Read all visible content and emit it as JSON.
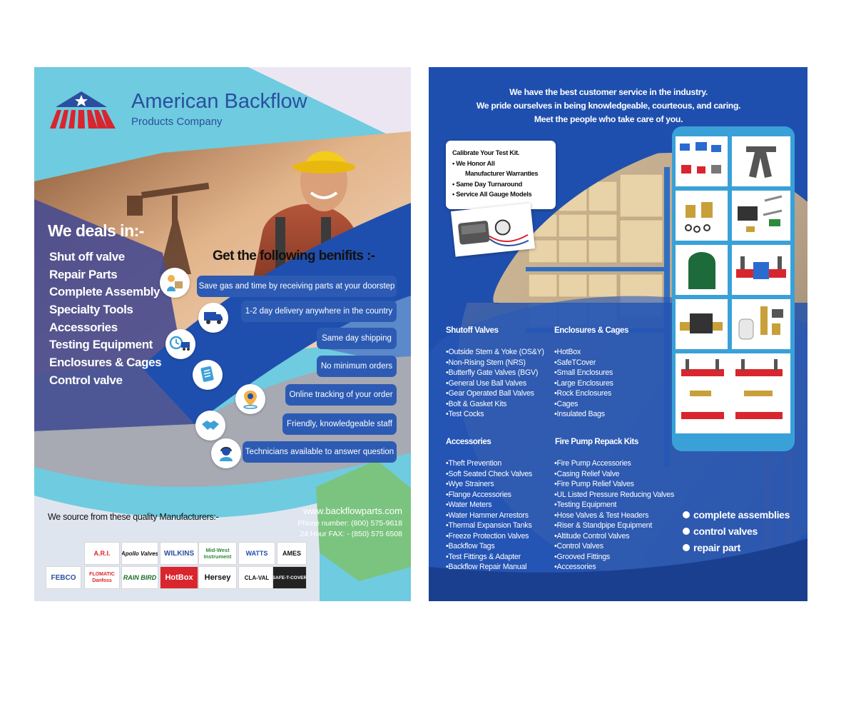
{
  "left_flyer": {
    "brand": {
      "name": "American Backflow",
      "subtitle": "Products Company"
    },
    "deals": {
      "title": "We deals in:-",
      "items": [
        "Shut off valve",
        "Repair Parts",
        "Complete Assembly",
        "Specialty Tools",
        "Accessories",
        "Testing Equipment",
        "Enclosures & Cages",
        "Control valve"
      ]
    },
    "benefits": {
      "title": "Get the following benifits :-",
      "items": [
        {
          "label": "Save gas and time by receiving parts at your doorstep",
          "icon": "worker-parcel-icon"
        },
        {
          "label": "1-2 day delivery anywhere in the country",
          "icon": "delivery-truck-icon"
        },
        {
          "label": "Same day shipping",
          "icon": "clock-truck-icon"
        },
        {
          "label": "No minimum orders",
          "icon": "order-document-icon"
        },
        {
          "label": "Online tracking of your order",
          "icon": "location-pin-icon"
        },
        {
          "label": "Friendly, knowledgeable staff",
          "icon": "handshake-icon"
        },
        {
          "label": "Technicians available to answer question",
          "icon": "technician-headset-icon"
        }
      ]
    },
    "sources": {
      "title": "We source from these quality Manufacturers:-",
      "logos_row1": [
        "A.R.I.",
        "Apollo Valves",
        "WILKINS",
        "Mid-West Instrument",
        "WATTS",
        "AMES"
      ],
      "logos_row2": [
        "FEBCO",
        "FLOMATIC Danfoss",
        "RAIN BIRD",
        "HotBox",
        "Hersey",
        "CLA-VAL",
        "SAFE-T-COVER"
      ]
    },
    "contact": {
      "website": "www.backflowparts.com",
      "phone": "Phone number: (800) 575-9618",
      "fax": "24 Hour FAX: - (850) 575 6508"
    },
    "colors": {
      "brand_blue": "#2a4fa0",
      "navy": "#1f4fae",
      "cyan": "#6fcbdf",
      "green": "#7bc47f",
      "accent_red": "#d9252d"
    }
  },
  "right_flyer": {
    "tagline": [
      "We have the best customer service in the industry.",
      "We pride ourselves in being knowledgeable, courteous, and caring.",
      "Meet the people who take care of you."
    ],
    "calibration": {
      "lines": [
        "Calibrate Your Test Kit.",
        "• We Honor All",
        "Manufacturer Warranties",
        "• Same Day Turnaround",
        "• Service All Gauge Models"
      ]
    },
    "categories": [
      {
        "title": "Shutoff Valves",
        "items": [
          "•Outside Stem & Yoke (OS&Y)",
          "•Non-Rising Stem (NRS)",
          "•Butterfly Gate Valves (BGV)",
          "•General Use Ball Valves",
          "•Gear Operated Ball Valves",
          "•Bolt & Gasket Kits",
          "•Test Cocks"
        ]
      },
      {
        "title": "Enclosures & Cages",
        "items": [
          "•HotBox",
          "•SafeTCover",
          "•Small Enclosures",
          "•Large Enclosures",
          "•Rock Enclosures",
          "•Cages",
          "•Insulated Bags"
        ]
      },
      {
        "title": "Accessories",
        "items": [
          "•Theft Prevention",
          "•Soft Seated Check Valves",
          "•Wye Strainers",
          "•Flange Accessories",
          "•Water Meters",
          "•Water Hammer Arrestors",
          "•Thermal Expansion Tanks",
          "•Freeze Protection Valves",
          "•Backflow Tags",
          "•Test Fittings & Adapter",
          "•Backflow Repair Manual"
        ]
      },
      {
        "title": "Fire Pump Repack Kits",
        "items": [
          "•Fire Pump Accessories",
          "•Casing Relief Valve",
          "•Fire Pump Relief Valves",
          "•UL Listed Pressure Reducing Valves",
          "•Testing Equipment",
          "•Hose Valves & Test Headers",
          "•Riser & Standpipe Equipment",
          "•Altitude Control Valves",
          "•Control Valves",
          "•Grooved Fittings",
          "•Accessories"
        ]
      }
    ],
    "highlights": [
      "complete  assemblies",
      "control valves",
      "repair part"
    ],
    "colors": {
      "navy": "#1f4fae",
      "grid_frame": "#3aa1d8"
    }
  }
}
